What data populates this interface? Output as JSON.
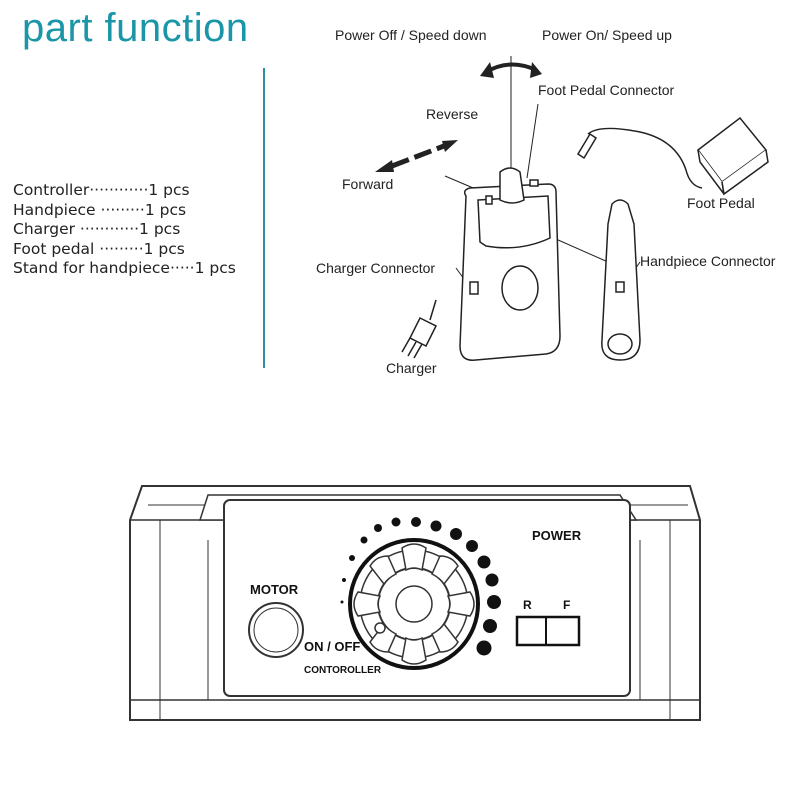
{
  "title": "part function",
  "parts_list": [
    "Controller············1 pcs",
    "Handpiece ·········1 pcs",
    "Charger  ············1 pcs",
    "Foot pedal ·········1 pcs",
    "Stand for handpiece·····1 pcs"
  ],
  "diagram_labels": {
    "power_off": "Power Off / Speed down",
    "power_on": "Power On/ Speed up",
    "foot_pedal_connector": "Foot Pedal Connector",
    "reverse": "Reverse",
    "forward": "Forward",
    "foot_pedal": "Foot Pedal",
    "charger_connector": "Charger Connector",
    "handpiece_connector": "Handpiece Connector",
    "charger": "Charger"
  },
  "panel_labels": {
    "motor": "MOTOR",
    "on_off": "ON / OFF",
    "controller": "CONTOROLLER",
    "power": "POWER",
    "r": "R",
    "f": "F"
  },
  "colors": {
    "accent": "#1a96a8",
    "divider": "#2e8fa0",
    "ink": "#222222"
  }
}
